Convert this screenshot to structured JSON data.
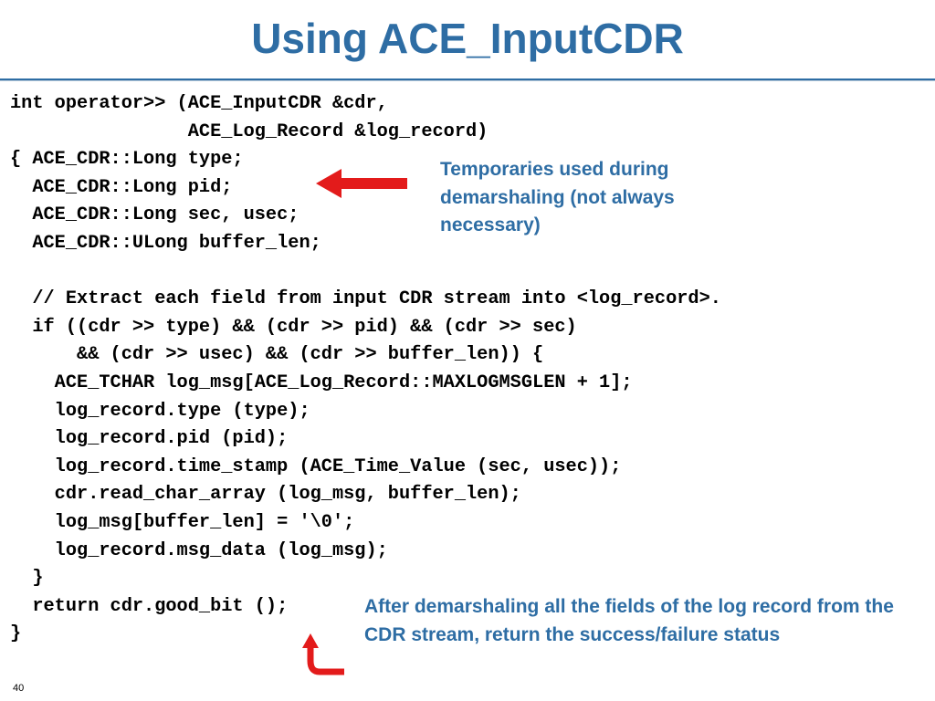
{
  "title": "Using ACE_InputCDR",
  "code_lines": [
    "int operator>> (ACE_InputCDR &cdr,",
    "                ACE_Log_Record &log_record)",
    "{ ACE_CDR::Long type;",
    "  ACE_CDR::Long pid;",
    "  ACE_CDR::Long sec, usec;",
    "  ACE_CDR::ULong buffer_len;",
    "",
    "  // Extract each field from input CDR stream into <log_record>.",
    "  if ((cdr >> type) && (cdr >> pid) && (cdr >> sec)",
    "      && (cdr >> usec) && (cdr >> buffer_len)) {",
    "    ACE_TCHAR log_msg[ACE_Log_Record::MAXLOGMSGLEN + 1];",
    "    log_record.type (type);",
    "    log_record.pid (pid);",
    "    log_record.time_stamp (ACE_Time_Value (sec, usec));",
    "    cdr.read_char_array (log_msg, buffer_len);",
    "    log_msg[buffer_len] = '\\0';",
    "    log_record.msg_data (log_msg);",
    "  }",
    "  return cdr.good_bit ();",
    "}"
  ],
  "annotations": {
    "temporaries": "Temporaries used during demarshaling (not always necessary)",
    "return_status": "After demarshaling all the fields of the log record from the CDR stream, return the success/failure status"
  },
  "page_number": "40",
  "colors": {
    "title": "#2e6da4",
    "annotation": "#2e6da4",
    "arrow": "#e31b1b",
    "code": "#000000"
  },
  "icons": {
    "temporaries_arrow": "left-arrow-icon",
    "return_arrow": "curved-up-arrow-icon"
  }
}
